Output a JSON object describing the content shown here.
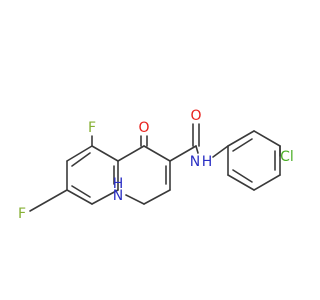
{
  "colors": {
    "bond": "#3a3a3a",
    "fluorine": "#86b034",
    "oxygen": "#e8201c",
    "nitrogen": "#2a2fc4",
    "chlorine": "#4caf28"
  },
  "atoms": {
    "F1": "F",
    "F2": "F",
    "O": "O",
    "NH_N": "N",
    "NH_H": "H",
    "Cl": "Cl",
    "H_ring": "H",
    "N_ring": "N"
  }
}
